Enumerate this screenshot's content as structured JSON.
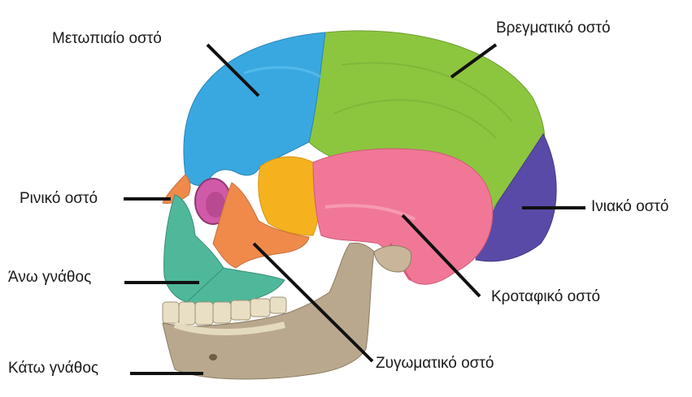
{
  "labels": {
    "frontal": "Μετωπιαίο οστό",
    "parietal": "Βρεγματικό οστό",
    "nasal": "Ρινικό οστό",
    "occipital": "Ινιακό οστό",
    "maxilla": "Άνω γνάθος",
    "temporal": "Κροταφικό οστό",
    "mandible": "Κάτω γνάθος",
    "zygomatic": "Ζυγωματικό οστό"
  },
  "colors": {
    "frontal": "#3aa8e0",
    "parietal": "#8cc63f",
    "occipital": "#5a4aa8",
    "temporal": "#f07896",
    "sphenoid": "#f5b21e",
    "zygomatic": "#f08a4a",
    "maxilla": "#4fb89a",
    "mandible": "#b9a88e",
    "teeth": "#e9dfc4",
    "leader": "#111111"
  }
}
